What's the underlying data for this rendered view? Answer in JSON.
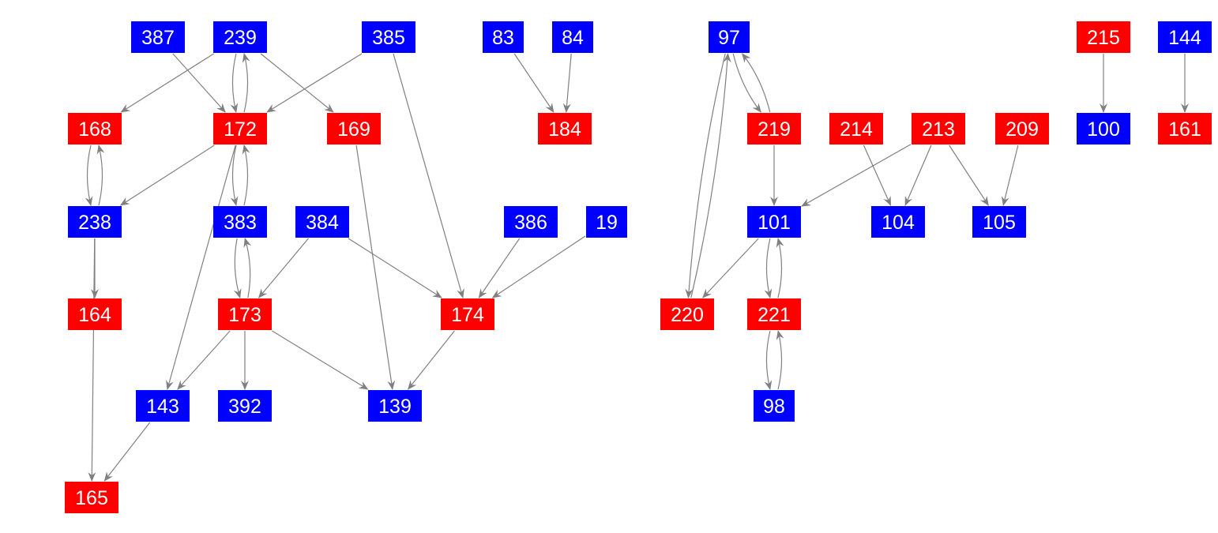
{
  "colors": {
    "red": "#ff0000",
    "blue": "#0000ff",
    "edge": "#808080"
  },
  "nodes": [
    {
      "id": "387",
      "color": "blue"
    },
    {
      "id": "239",
      "color": "blue"
    },
    {
      "id": "385",
      "color": "blue"
    },
    {
      "id": "83",
      "color": "blue"
    },
    {
      "id": "84",
      "color": "blue"
    },
    {
      "id": "97",
      "color": "blue"
    },
    {
      "id": "215",
      "color": "red"
    },
    {
      "id": "144",
      "color": "blue"
    },
    {
      "id": "168",
      "color": "red"
    },
    {
      "id": "172",
      "color": "red"
    },
    {
      "id": "169",
      "color": "red"
    },
    {
      "id": "184",
      "color": "red"
    },
    {
      "id": "219",
      "color": "red"
    },
    {
      "id": "214",
      "color": "red"
    },
    {
      "id": "213",
      "color": "red"
    },
    {
      "id": "209",
      "color": "red"
    },
    {
      "id": "100",
      "color": "blue"
    },
    {
      "id": "161",
      "color": "red"
    },
    {
      "id": "238",
      "color": "blue"
    },
    {
      "id": "383",
      "color": "blue"
    },
    {
      "id": "384",
      "color": "blue"
    },
    {
      "id": "386",
      "color": "blue"
    },
    {
      "id": "19",
      "color": "blue"
    },
    {
      "id": "101",
      "color": "blue"
    },
    {
      "id": "104",
      "color": "blue"
    },
    {
      "id": "105",
      "color": "blue"
    },
    {
      "id": "164",
      "color": "red"
    },
    {
      "id": "173",
      "color": "red"
    },
    {
      "id": "174",
      "color": "red"
    },
    {
      "id": "220",
      "color": "red"
    },
    {
      "id": "221",
      "color": "red"
    },
    {
      "id": "143",
      "color": "blue"
    },
    {
      "id": "392",
      "color": "blue"
    },
    {
      "id": "139",
      "color": "blue"
    },
    {
      "id": "98",
      "color": "blue"
    },
    {
      "id": "165",
      "color": "red"
    }
  ],
  "edges": [
    [
      "387",
      "172"
    ],
    [
      "239",
      "168"
    ],
    [
      "239",
      "172"
    ],
    [
      "172",
      "239"
    ],
    [
      "239",
      "169"
    ],
    [
      "385",
      "172"
    ],
    [
      "385",
      "174"
    ],
    [
      "83",
      "184"
    ],
    [
      "84",
      "184"
    ],
    [
      "168",
      "238"
    ],
    [
      "238",
      "168"
    ],
    [
      "172",
      "238"
    ],
    [
      "172",
      "383"
    ],
    [
      "383",
      "172"
    ],
    [
      "172",
      "143"
    ],
    [
      "169",
      "139"
    ],
    [
      "238",
      "164"
    ],
    [
      "238",
      "165"
    ],
    [
      "383",
      "173"
    ],
    [
      "173",
      "383"
    ],
    [
      "384",
      "173"
    ],
    [
      "384",
      "174"
    ],
    [
      "386",
      "174"
    ],
    [
      "19",
      "174"
    ],
    [
      "173",
      "143"
    ],
    [
      "173",
      "392"
    ],
    [
      "173",
      "139"
    ],
    [
      "174",
      "139"
    ],
    [
      "143",
      "165"
    ],
    [
      "97",
      "219"
    ],
    [
      "219",
      "97"
    ],
    [
      "97",
      "220"
    ],
    [
      "220",
      "97"
    ],
    [
      "219",
      "101"
    ],
    [
      "213",
      "101"
    ],
    [
      "214",
      "104"
    ],
    [
      "213",
      "104"
    ],
    [
      "213",
      "105"
    ],
    [
      "209",
      "105"
    ],
    [
      "101",
      "220"
    ],
    [
      "101",
      "221"
    ],
    [
      "221",
      "101"
    ],
    [
      "221",
      "98"
    ],
    [
      "98",
      "221"
    ],
    [
      "215",
      "100"
    ],
    [
      "144",
      "161"
    ]
  ]
}
